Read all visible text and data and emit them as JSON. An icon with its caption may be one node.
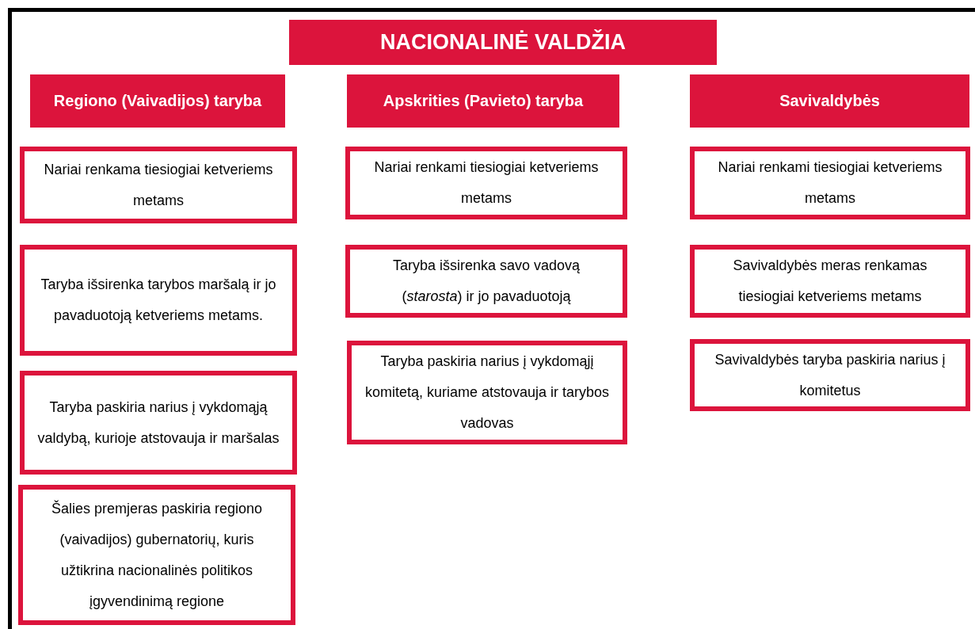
{
  "diagram": {
    "nodes": [
      {
        "text": [
          "NACIONALINĖ VALDŽIA"
        ]
      },
      {
        "text": [
          "Regiono (Vaivadijos) taryba"
        ]
      },
      {
        "text": [
          "Apskrities (Pavieto) taryba"
        ]
      },
      {
        "text": [
          "Savivaldybės"
        ]
      },
      {
        "text": [
          "Nariai renkama tiesiogiai ketveriems metams"
        ]
      },
      {
        "text": [
          "Taryba išsirenka tarybos maršalą ir jo pavaduotoją ketveriems metams."
        ]
      },
      {
        "text": [
          "Taryba paskiria narius į vykdomąją valdybą, kurioje atstovauja ir maršalas"
        ]
      },
      {
        "text": [
          "Šalies premjeras paskiria regiono (vaivadijos) gubernatorių, kuris užtikrina nacionalinės politikos įgyvendinimą regione"
        ]
      },
      {
        "text": [
          "Nariai renkami tiesiogiai ketveriems metams"
        ]
      },
      {
        "text": [
          "Taryba išsirenka savo vadovą (*starosta*) ir jo pavaduotoją"
        ]
      },
      {
        "text": [
          "Taryba paskiria narius į vykdomąjį komitetą, kuriame atstovauja ir tarybos vadovas"
        ]
      },
      {
        "text": [
          "Nariai renkami tiesiogiai ketveriems metams"
        ]
      },
      {
        "text": [
          "Savivaldybės meras renkamas tiesiogiai ketveriems metams"
        ]
      },
      {
        "text": [
          "Savivaldybės taryba paskiria narius į komitetus"
        ]
      }
    ],
    "edges": []
  }
}
